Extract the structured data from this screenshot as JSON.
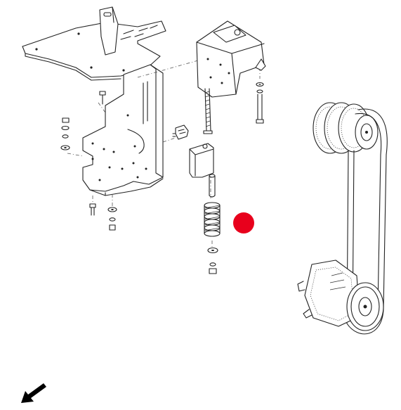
{
  "diagram": {
    "parts": [
      {
        "name": "mounting-bracket"
      },
      {
        "name": "tensioner-housing"
      },
      {
        "name": "tension-rod"
      },
      {
        "name": "spring-stack"
      },
      {
        "name": "belt-drive-assembly"
      }
    ],
    "highlight_color": "#e8001c",
    "line_color": "#222222",
    "direction_arrow": "south-west"
  }
}
